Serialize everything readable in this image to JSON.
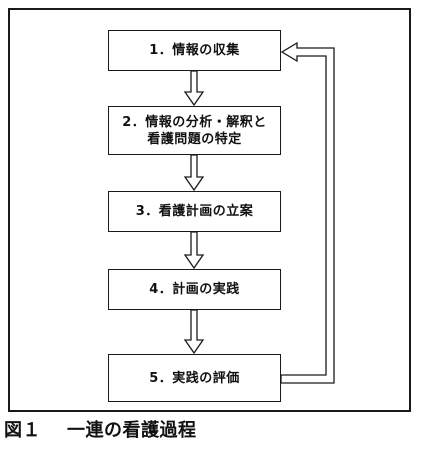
{
  "steps": {
    "s1": "1．情報の収集",
    "s2_line1": "2．情報の分析・解釈と",
    "s2_line2": "看護問題の特定",
    "s3": "3．看護計画の立案",
    "s4": "4．計画の実践",
    "s5": "5．実践の評価"
  },
  "caption": {
    "figure": "図１",
    "title": "一連の看護過程"
  }
}
